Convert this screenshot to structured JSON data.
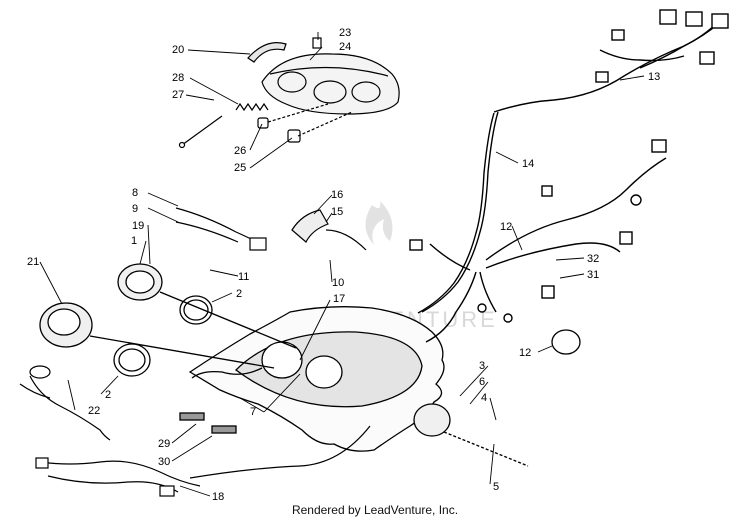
{
  "callouts": [
    "1",
    "2",
    "2",
    "3",
    "4",
    "5",
    "6",
    "7",
    "8",
    "9",
    "10",
    "11",
    "12",
    "12",
    "13",
    "14",
    "15",
    "16",
    "17",
    "18",
    "19",
    "20",
    "21",
    "22",
    "23",
    "24",
    "25",
    "26",
    "27",
    "28",
    "29",
    "30",
    "31",
    "32"
  ],
  "watermark": "LEADVENTURE",
  "footer": "Rendered by LeadVenture, Inc."
}
